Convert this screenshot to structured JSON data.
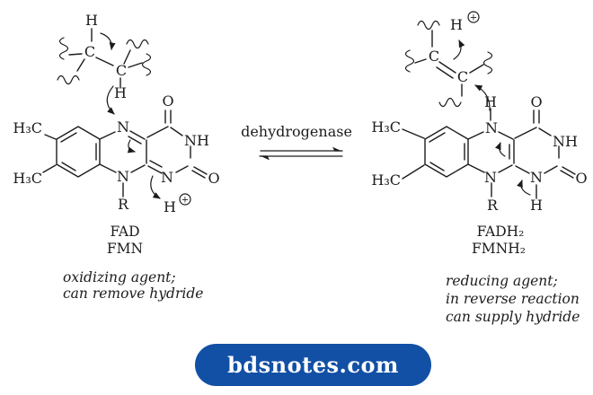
{
  "colors": {
    "ink": "#1c1c1c",
    "button_bg": "#1250a5",
    "button_text": "#ffffff"
  },
  "center": {
    "enzyme": "dehydrogenase"
  },
  "watermark": "bdsnotes.com",
  "left": {
    "substrate": {
      "h_top": "H",
      "c1": "C",
      "c2": "C",
      "h_bottom": "H"
    },
    "flavin": {
      "methyl_top": "H₃C",
      "methyl_bottom": "H₃C",
      "n5": "N",
      "n10": "N",
      "n1": "N",
      "n3": "NH",
      "o_top": "O",
      "o_right": "O",
      "r": "R",
      "proton_h": "H",
      "proton_plus": "+"
    },
    "name_line1": "FAD",
    "name_line2": "FMN",
    "caption_line1": "oxidizing agent;",
    "caption_line2": "can remove hydride"
  },
  "right": {
    "substrate": {
      "c1": "C",
      "c2": "C",
      "proton_h": "H",
      "proton_plus": "+"
    },
    "flavin": {
      "methyl_top": "H₃C",
      "methyl_bottom": "H₃C",
      "n5": "N",
      "n5_h": "H",
      "n10": "N",
      "n1": "N",
      "n1_h": "H",
      "n3": "NH",
      "o_top": "O",
      "o_right": "O",
      "r": "R"
    },
    "name_line1": "FADH₂",
    "name_line2": "FMNH₂",
    "caption_line1": "reducing agent;",
    "caption_line2": "in reverse reaction",
    "caption_line3": "can supply hydride"
  }
}
